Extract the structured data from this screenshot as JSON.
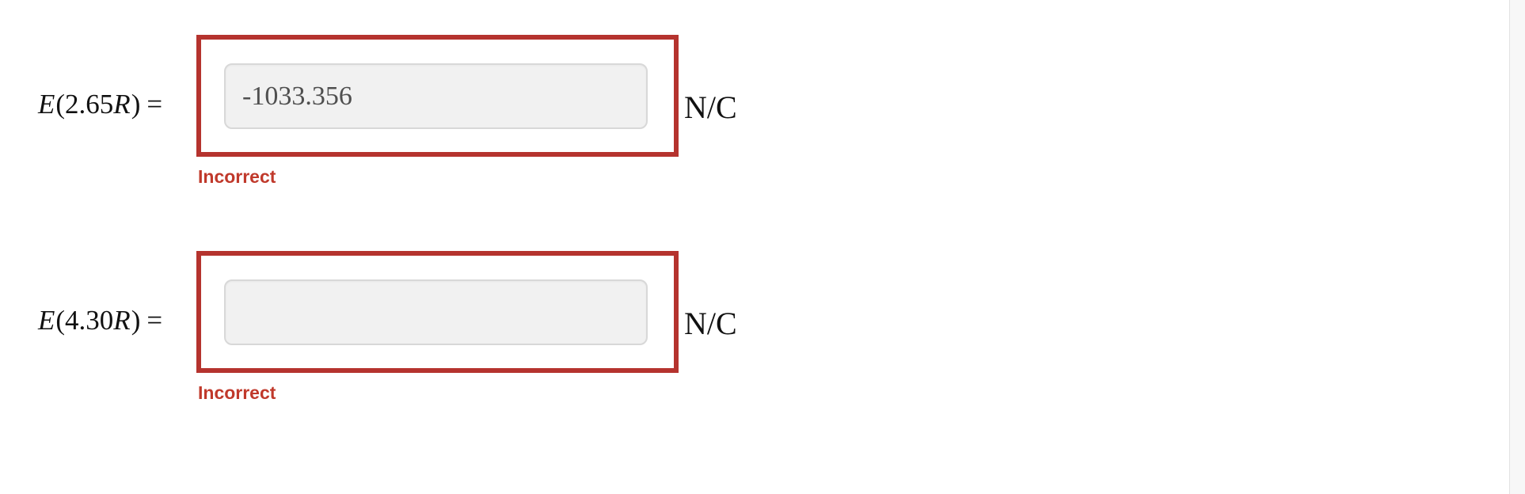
{
  "colors": {
    "error_border_red": "#b5332e",
    "incorrect_text_red": "#c0392b",
    "input_background": "#f1f1f1",
    "input_border": "#d8d8d8",
    "input_text": "#4f4f4f",
    "math_text": "#111111",
    "scrollbar_track": "#f7f7f7"
  },
  "rows": [
    {
      "label": {
        "func": "E",
        "open": "(",
        "coeff": "2.65",
        "var": "R",
        "close": ")",
        "equals": "="
      },
      "input": {
        "value": "-1033.356",
        "placeholder": ""
      },
      "unit": "N/C",
      "status": "Incorrect"
    },
    {
      "label": {
        "func": "E",
        "open": "(",
        "coeff": "4.30",
        "var": "R",
        "close": ")",
        "equals": "="
      },
      "input": {
        "value": "",
        "placeholder": ""
      },
      "unit": "N/C",
      "status": "Incorrect"
    }
  ]
}
